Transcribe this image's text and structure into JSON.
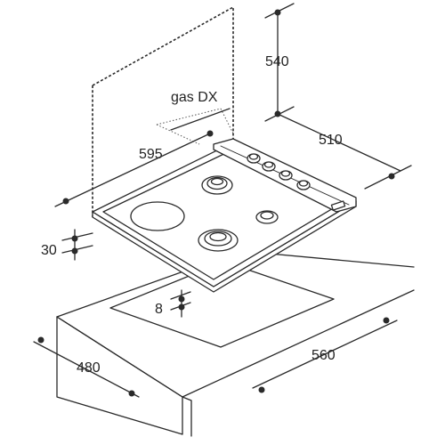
{
  "labels": {
    "height_540": "540",
    "gas_dx": "gas DX",
    "width_595": "595",
    "depth_510": "510",
    "thickness_30": "30",
    "gap_8": "8",
    "cutout_480": "480",
    "cutout_560": "560"
  }
}
